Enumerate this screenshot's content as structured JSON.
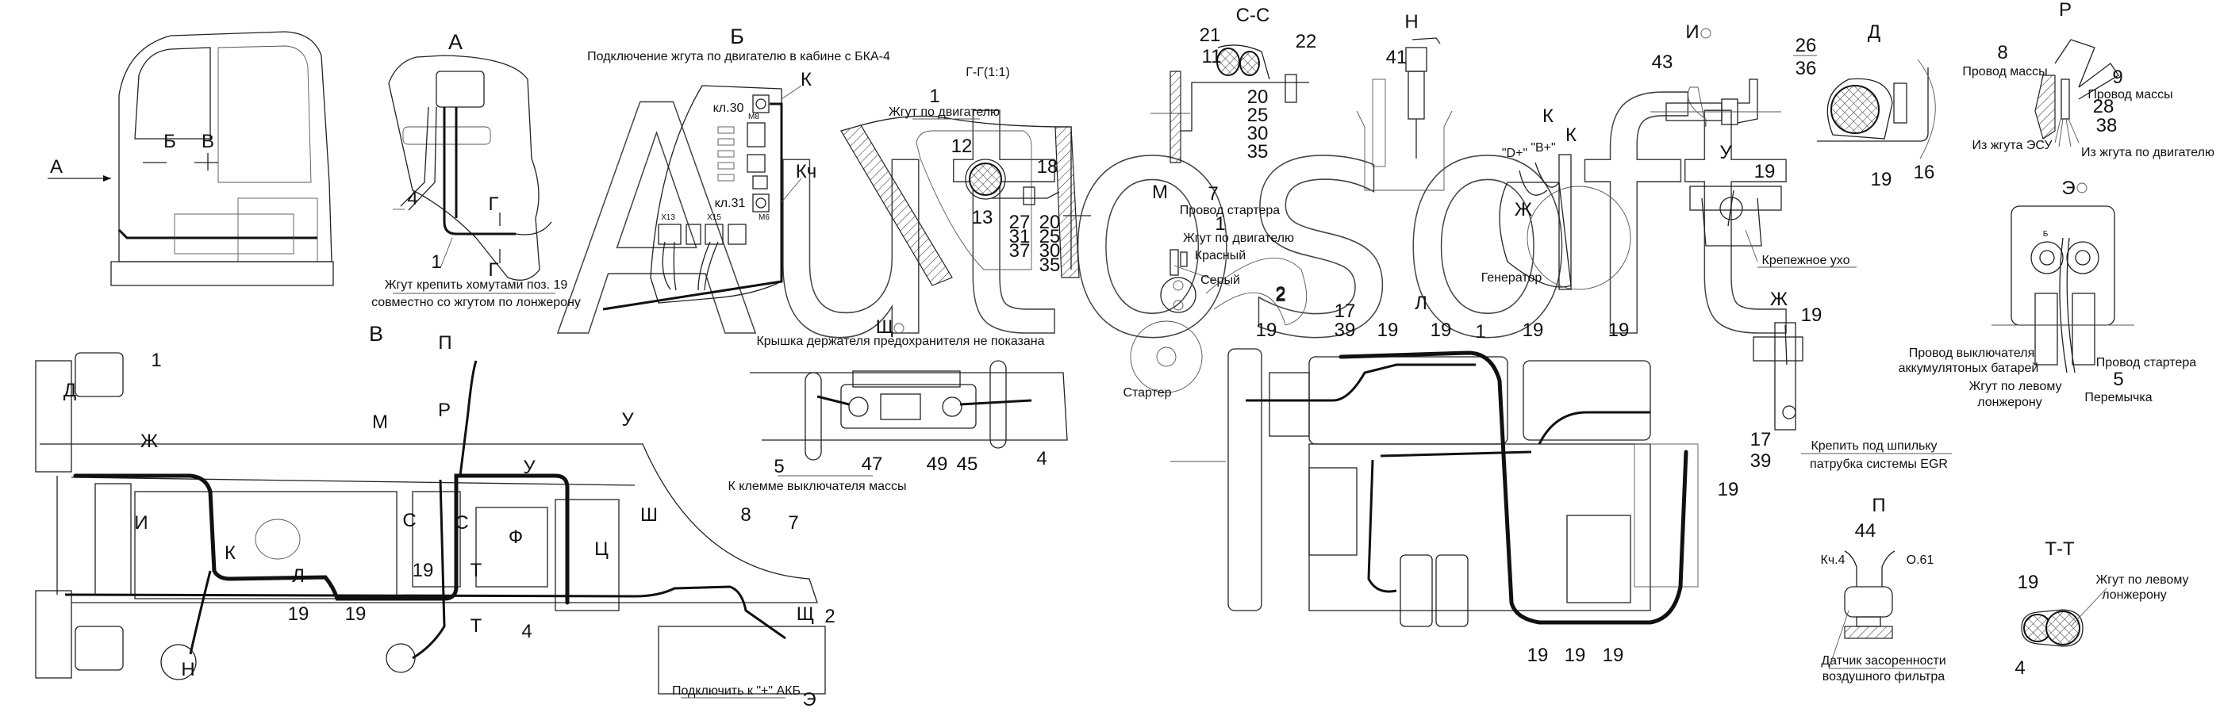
{
  "watermark": "Autosoft",
  "cab_view": {
    "arrow_a": "А",
    "b": "Б",
    "v": "В"
  },
  "view_a": {
    "title": "А",
    "callouts": [
      "4",
      "1"
    ],
    "section_marks": [
      "Г",
      "Г"
    ],
    "note": [
      "Жгут крепить хомутами поз. 19",
      "совместно со жгутом по лонжерону"
    ]
  },
  "view_b": {
    "title": "Б",
    "subtitle": "Подключение жгута по двигателю в кабине с БКА-4",
    "terminal_k": "К",
    "terminal_kch": "Кч",
    "kl30": "кл.30",
    "kl31": "кл.31",
    "m8": "М8",
    "x13": "X13",
    "x15": "X15",
    "m6": "М6"
  },
  "section_gg": {
    "title": "Г-Г(1:1)",
    "harness_num": "1",
    "harness_label": "Жгут по двигателю",
    "callouts": [
      "12",
      "13",
      "18"
    ],
    "stack_left": [
      "27",
      "31",
      "37"
    ],
    "stack_right": [
      "20",
      "25",
      "30",
      "35"
    ]
  },
  "section_cc": {
    "title": "С-С",
    "callouts": [
      "21",
      "11",
      "22"
    ],
    "stack": [
      "20",
      "25",
      "30",
      "35"
    ]
  },
  "view_n": {
    "title": "Н",
    "callout": "41"
  },
  "view_i": {
    "title": "И",
    "callout": "43"
  },
  "view_d": {
    "title": "Д",
    "stack": [
      "26",
      "36"
    ],
    "callouts": [
      "19",
      "16"
    ]
  },
  "view_r": {
    "title": "Р",
    "num_8": "8",
    "wire_8": "Провод массы",
    "num_9": "9",
    "wire_9": "Провод массы",
    "stack": [
      "28",
      "38"
    ],
    "from_esu": "Из жгута ЭСУ",
    "from_engine": "Из жгута по двигателю"
  },
  "view_k": {
    "title": "К",
    "mark_k": "К",
    "d_plus": "\"D+\"",
    "b_plus": "\"B+\"",
    "mark_zh": "Ж",
    "generator": "Генератор"
  },
  "view_u": {
    "title": "У",
    "callout": "19",
    "label": "Крепежное ухо"
  },
  "view_m": {
    "title": "М",
    "num_7": "7",
    "starter_wire": "Провод стартера",
    "num_1": "1",
    "engine_harness": "Жгут по двигателю",
    "red": "Красный",
    "grey": "Серый",
    "num_2": "2",
    "starter": "Стартер"
  },
  "view_shch": {
    "title": "Щ",
    "note": "Крышка держателя предохранителя не показана",
    "callouts": [
      "5",
      "47",
      "49",
      "45",
      "4"
    ],
    "to_switch": "К  клемме  выключателя массы"
  },
  "view_e": {
    "title": "Э",
    "terminal_b": "Б",
    "switch_wire": [
      "Провод выключателя",
      "аккумулятоных батарей"
    ],
    "starter_wire": "Провод стартера",
    "left_harness": [
      "Жгут по левому",
      "лонжерону"
    ],
    "num_5": "5",
    "jumper": "Перемычка"
  },
  "view_zh": {
    "title": "Ж",
    "callout": "19",
    "stack": [
      "17",
      "39"
    ],
    "note": [
      "Крепить под шпильку",
      "патрубка системы EGR"
    ]
  },
  "view_p": {
    "title": "П",
    "callout": "44",
    "wire_left": "Кч.4",
    "wire_right": "О.61",
    "label": [
      "Датчик засоренности",
      "воздушного фильтра"
    ]
  },
  "section_tt": {
    "title": "Т-Т",
    "callout_19": "19",
    "callout_4": "4",
    "label": [
      "Жгут по левому",
      "лонжерону"
    ]
  },
  "main_view": {
    "title": "В",
    "marks": {
      "p": "П",
      "d": "Д",
      "zh": "Ж",
      "m": "М",
      "r": "Р",
      "u1": "У",
      "u2": "У",
      "i": "И",
      "c1": "С",
      "c2": "С",
      "f": "Ф",
      "sh": "Ш",
      "ts": "Ц",
      "k": "К",
      "l": "Л",
      "t1": "Т",
      "t2": "Т",
      "n": "Н",
      "shch": "Щ",
      "e": "Э"
    },
    "callouts": {
      "n1": "1",
      "n19a": "19",
      "n8": "8",
      "n7": "7",
      "n19b": "19",
      "n19c": "19",
      "n4": "4",
      "n2": "2"
    },
    "battery_note": "Подключить к \"+\" АКБ"
  },
  "engine_view": {
    "mark_l": "Л",
    "callouts": {
      "n2": "2",
      "n17": "17",
      "n39": "39",
      "n1": "1"
    },
    "clamps_top": [
      "19",
      "19",
      "19",
      "19",
      "19"
    ],
    "clamp_right": "19",
    "clamps_bottom": [
      "19",
      "19",
      "19"
    ]
  }
}
